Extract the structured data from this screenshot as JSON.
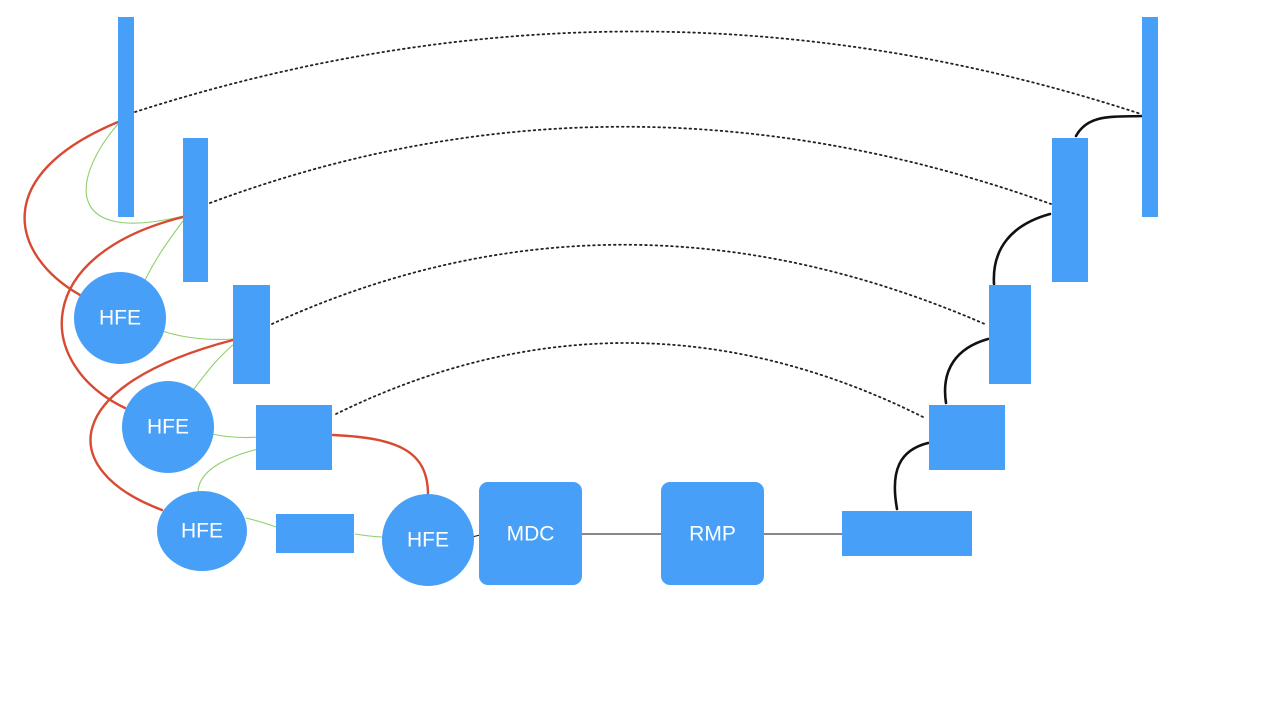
{
  "colors": {
    "node_fill": "#479ff7",
    "label_text": "#ffffff",
    "skip_link_red": "#d84a32",
    "skip_link_green": "#8fd16c",
    "link_black": "#111111",
    "dotted_link": "#222222"
  },
  "diagram": {
    "nodes": {
      "hfe_1": "HFE",
      "hfe_2": "HFE",
      "hfe_3": "HFE",
      "hfe_4": "HFE",
      "mdc": "MDC",
      "rmp": "RMP"
    }
  }
}
